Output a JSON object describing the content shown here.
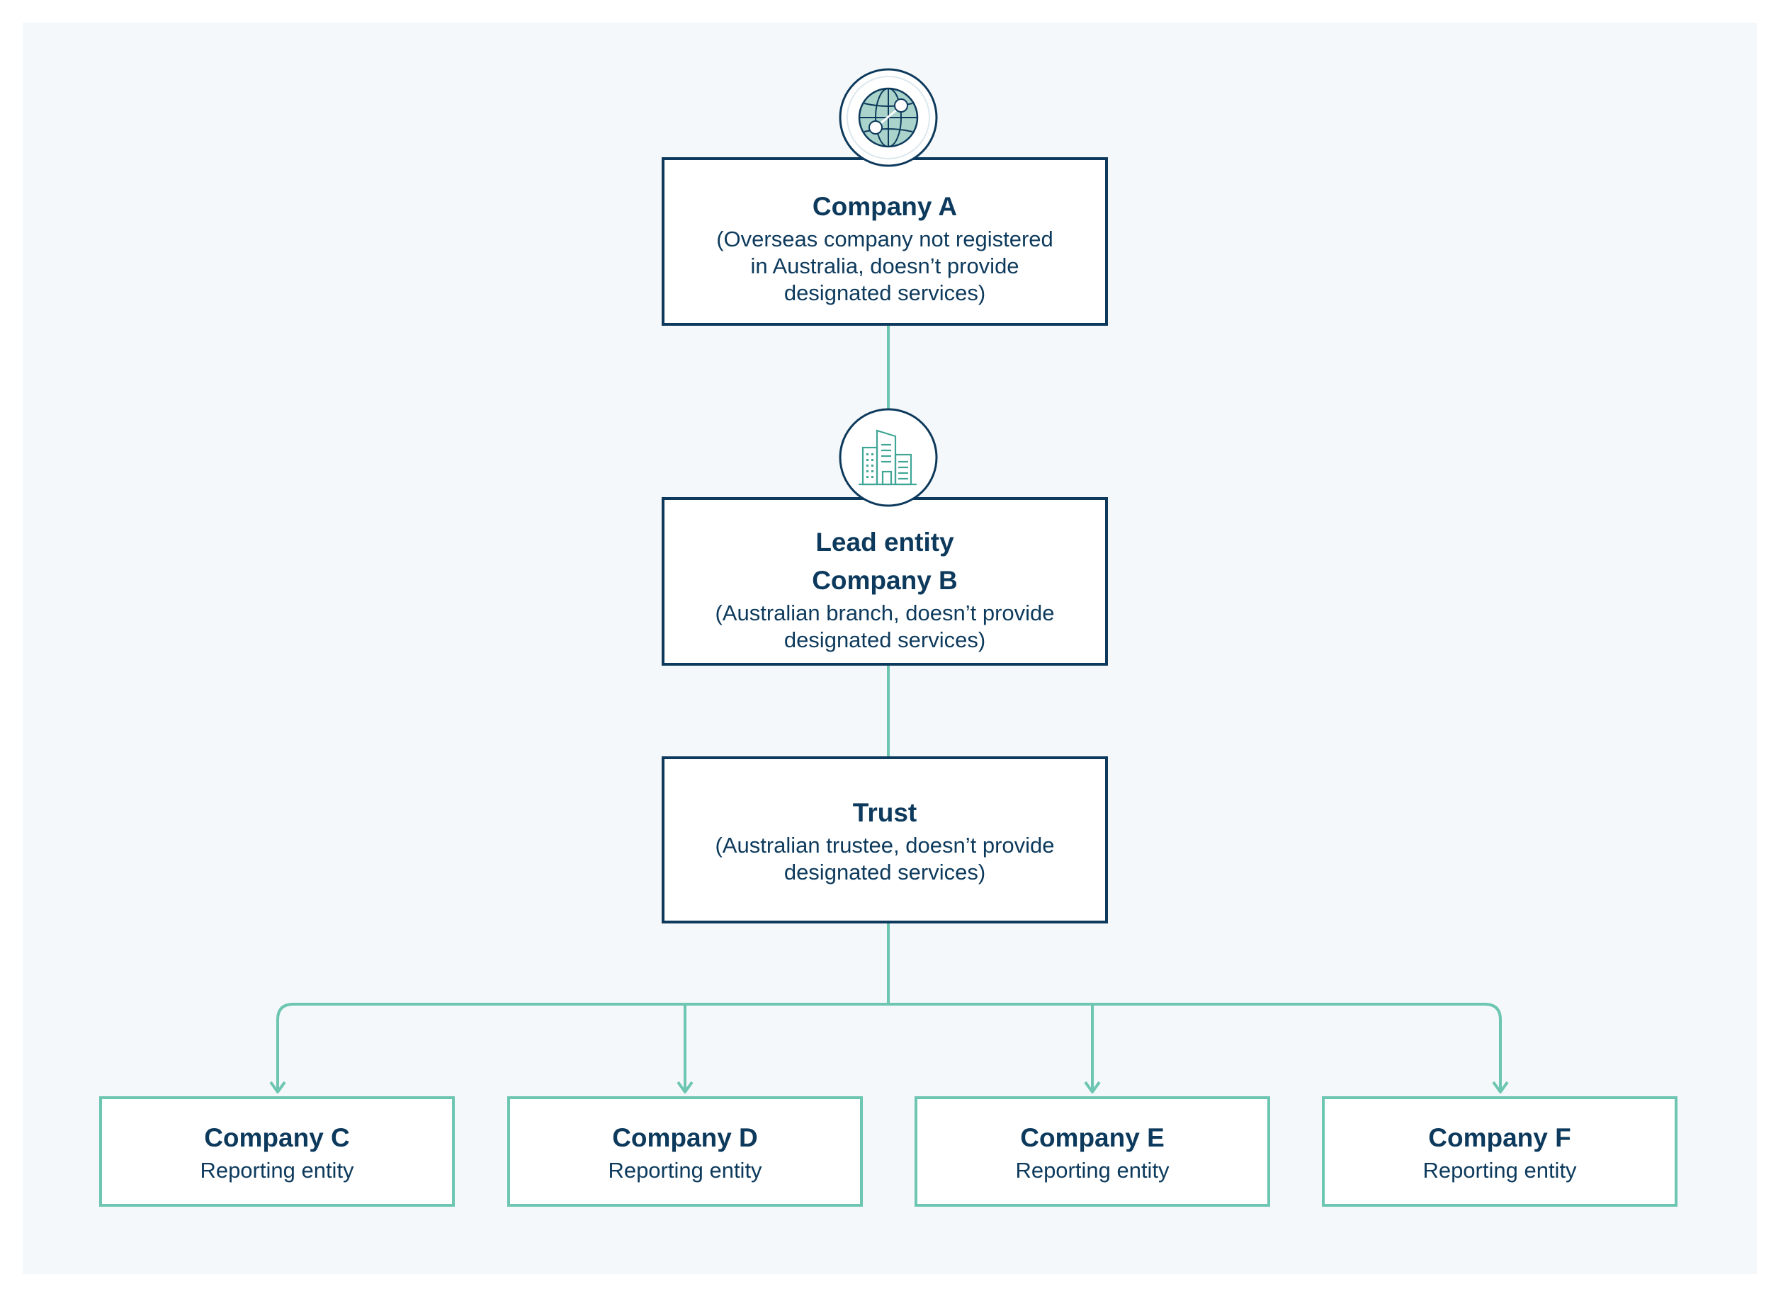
{
  "colors": {
    "navy": "#0d3a5c",
    "teal": "#6cc6b2",
    "background": "#f5f8fa"
  },
  "icons": {
    "company_a": "globe-icon",
    "company_b": "office-buildings-icon"
  },
  "nodes": {
    "company_a": {
      "title": "Company A",
      "desc": [
        "(Overseas company not registered",
        "in Australia, doesn’t provide",
        "designated services)"
      ]
    },
    "company_b": {
      "title": "Lead entity",
      "title2": "Company B",
      "desc": [
        "(Australian branch, doesn’t provide",
        "designated services)"
      ]
    },
    "trust": {
      "title": "Trust",
      "desc": [
        "(Australian trustee, doesn’t provide",
        "designated services)"
      ]
    },
    "children": [
      {
        "title": "Company C",
        "desc": "Reporting entity"
      },
      {
        "title": "Company D",
        "desc": "Reporting entity"
      },
      {
        "title": "Company E",
        "desc": "Reporting entity"
      },
      {
        "title": "Company F",
        "desc": "Reporting entity"
      }
    ]
  }
}
